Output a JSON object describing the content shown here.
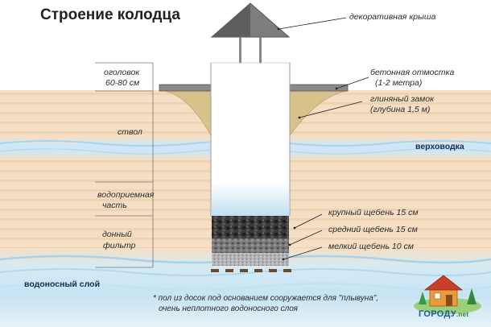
{
  "title": "Строение колодца",
  "left_labels": {
    "head": [
      "оголовок",
      "60-80 см"
    ],
    "shaft": "ствол",
    "intake": [
      "водоприемная",
      "часть"
    ],
    "filter": [
      "донный",
      "фильтр"
    ]
  },
  "right_labels": {
    "roof": "декоративная крыша",
    "blind_area": [
      "бетонная отмостка",
      "(1-2 метра)"
    ],
    "clay_lock": [
      "глиняный замок",
      "(глубина 1,5 м)"
    ],
    "perched_water": "верховодка",
    "gravel_large": "крупный щебень 15 см",
    "gravel_medium": "средний щебень 15 см",
    "gravel_small": "мелкий щебень 10 см"
  },
  "aquifer_label": "водоносный слой",
  "footnote": [
    "* пол из досок под основанием сооружается для \"плывуна\",",
    "очень неплотного водоносного слоя"
  ],
  "logo": {
    "name": "ГОРОДУ",
    "suffix": ".net"
  },
  "colors": {
    "soil": "#f4dfc4",
    "soil_stripe": "#e9cfae",
    "water_band": "#c4e2f2",
    "clay": "#d6c28a",
    "ring": "#ffffff",
    "gravel_large": "#2c2c2c",
    "gravel_medium": "#6f6f6f",
    "gravel_small": "#a9a9a9"
  }
}
